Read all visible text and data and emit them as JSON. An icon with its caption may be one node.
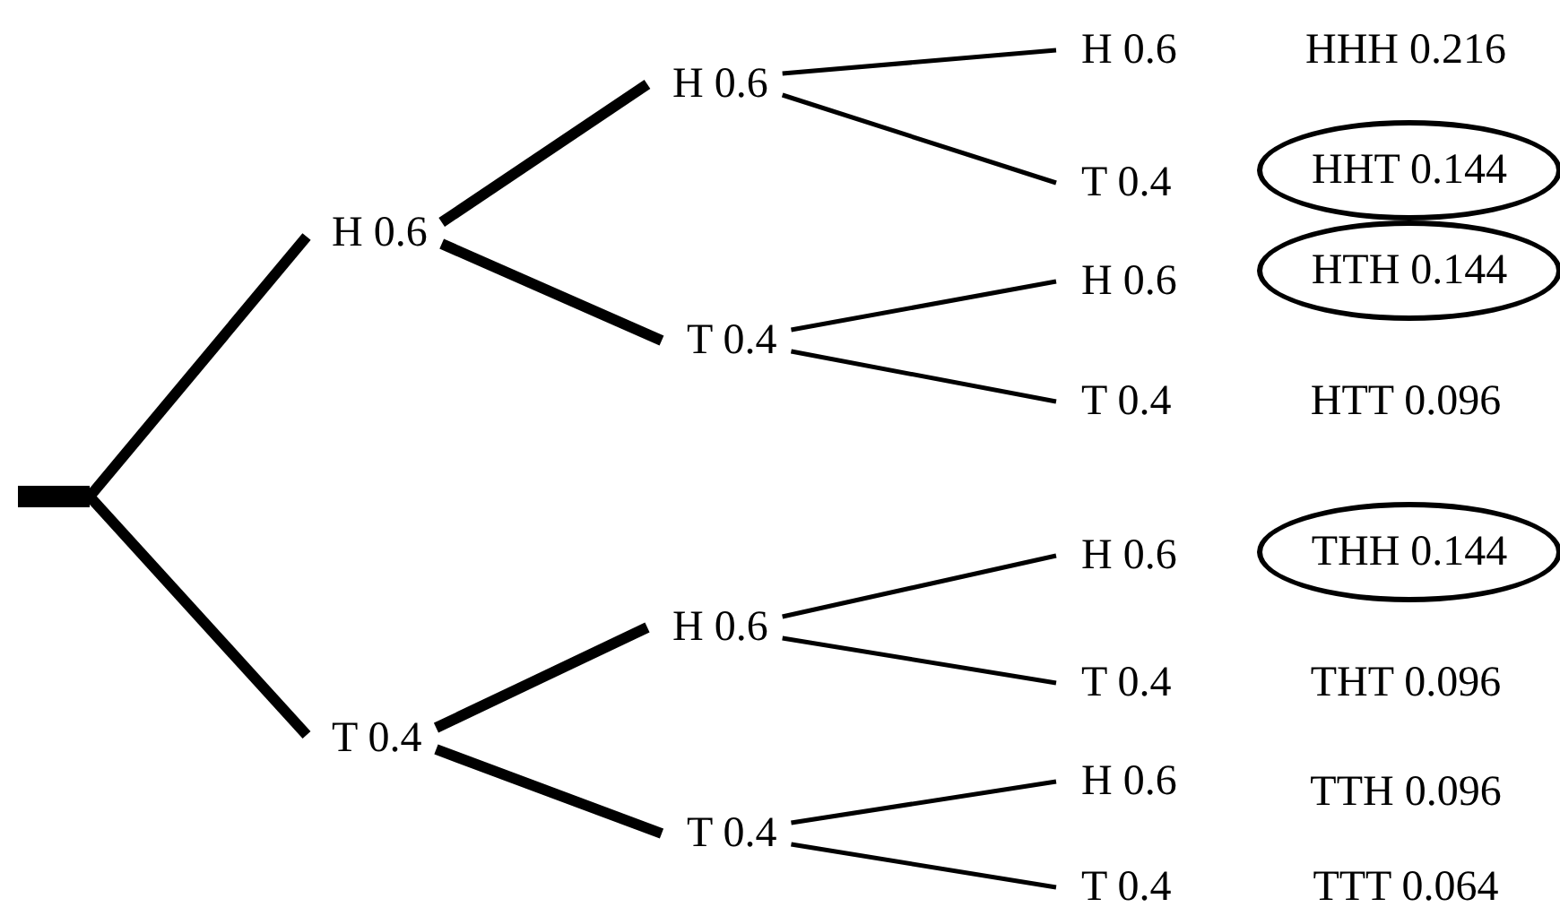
{
  "diagram": {
    "nodes": [
      {
        "text": [],
        "shape": "bar"
      },
      {
        "text": [
          "H 0.6"
        ]
      },
      {
        "text": [
          "T 0.4"
        ]
      },
      {
        "text": [
          "H 0.6"
        ]
      },
      {
        "text": [
          "T 0.4"
        ]
      },
      {
        "text": [
          "H 0.6"
        ]
      },
      {
        "text": [
          "T 0.4"
        ]
      },
      {
        "text": [
          "H 0.6"
        ]
      },
      {
        "text": [
          "T 0.4"
        ]
      },
      {
        "text": [
          "H 0.6"
        ]
      },
      {
        "text": [
          "T 0.4"
        ]
      },
      {
        "text": [
          "H 0.6"
        ]
      },
      {
        "text": [
          "T 0.4"
        ]
      },
      {
        "text": [
          "H 0.6"
        ]
      },
      {
        "text": [
          "T 0.4"
        ]
      },
      {
        "text": [
          "HHT 0.144"
        ]
      },
      {
        "text": [
          "HTH 0.144"
        ]
      },
      {
        "text": [
          "THH 0.144"
        ]
      }
    ],
    "edges": [
      {
        "from": 0,
        "to": 1,
        "arrow": "none",
        "style": "thick"
      },
      {
        "from": 0,
        "to": 2,
        "arrow": "none",
        "style": "thick"
      },
      {
        "from": 1,
        "to": 3,
        "arrow": "none",
        "style": "thick"
      },
      {
        "from": 1,
        "to": 4,
        "arrow": "none",
        "style": "thick"
      },
      {
        "from": 2,
        "to": 5,
        "arrow": "none",
        "style": "thick"
      },
      {
        "from": 2,
        "to": 6,
        "arrow": "none",
        "style": "thick"
      },
      {
        "from": 3,
        "to": 7,
        "arrow": "none"
      },
      {
        "from": 3,
        "to": 8,
        "arrow": "none"
      },
      {
        "from": 4,
        "to": 9,
        "arrow": "none"
      },
      {
        "from": 4,
        "to": 10,
        "arrow": "none"
      },
      {
        "from": 5,
        "to": 11,
        "arrow": "none"
      },
      {
        "from": 5,
        "to": 12,
        "arrow": "none"
      },
      {
        "from": 6,
        "to": 13,
        "arrow": "none"
      },
      {
        "from": 6,
        "to": 14,
        "arrow": "none"
      }
    ],
    "labels": [
      "HHH 0.216",
      "HTT 0.096",
      "THT 0.096",
      "TTH 0.096",
      "TTT 0.064"
    ]
  }
}
